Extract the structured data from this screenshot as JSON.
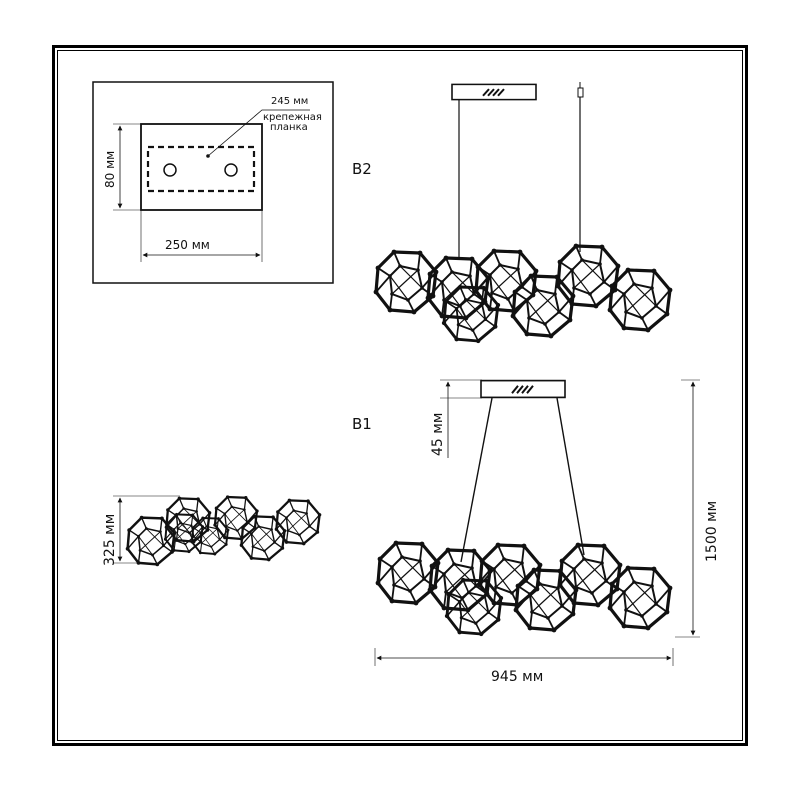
{
  "inset": {
    "mount_label_dim": "245 мм",
    "mount_label_line1": "крепежная",
    "mount_label_line2": "планка",
    "height_dim": "80 мм",
    "width_dim": "250 мм"
  },
  "variant_b2": {
    "label": "B2"
  },
  "variant_b1": {
    "label": "B1",
    "canopy_dim": "45 мм",
    "height_dim": "1500 мм",
    "width_dim": "945 мм"
  },
  "side_view": {
    "depth_dim": "325 мм"
  },
  "colors": {
    "line": "#111111",
    "frame": "#000000",
    "inset_bg": "#ffffff"
  }
}
